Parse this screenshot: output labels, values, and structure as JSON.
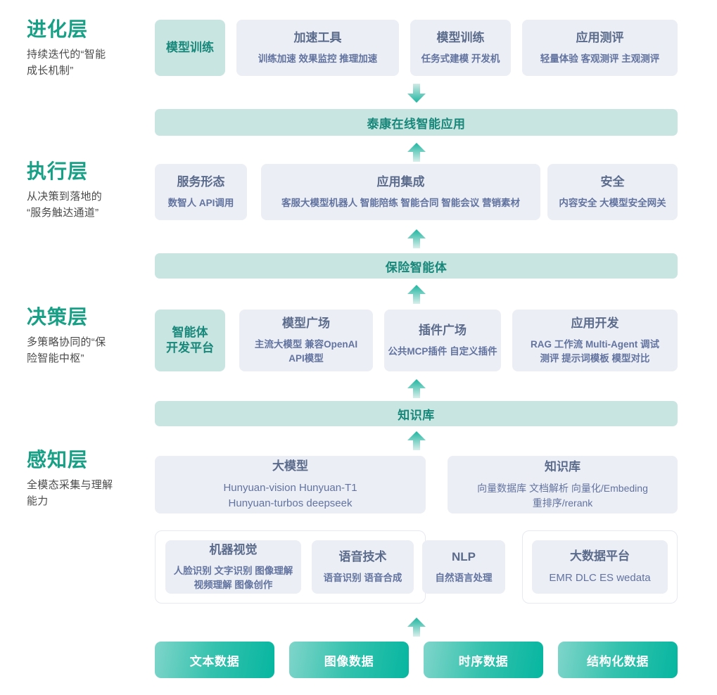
{
  "colors": {
    "layer_title": "#17a085",
    "teal_card_bg": "#c9e5e1",
    "teal_text": "#17877a",
    "gray_card_bg": "#ebeef4",
    "gray_text": "#5b6b8c",
    "chip_gradient_start": "#7fd5ca",
    "chip_gradient_end": "#06b6a0",
    "page_bg": "#ffffff"
  },
  "layers": [
    {
      "key": "evolution",
      "title": "进化层",
      "desc": "持续迭代的“智能\n成长机制”"
    },
    {
      "key": "execution",
      "title": "执行层",
      "desc": "从决策到落地的\n“服务触达通道”"
    },
    {
      "key": "decision",
      "title": "决策层",
      "desc": "多策略协同的“保\n险智能中枢”"
    },
    {
      "key": "perception",
      "title": "感知层",
      "desc": "全模态采集与理解\n能力"
    }
  ],
  "evolution_row": [
    {
      "title": "模型训练",
      "sub": "",
      "style": "teal"
    },
    {
      "title": "加速工具",
      "sub": "训练加速 效果监控 推理加速",
      "style": "gray"
    },
    {
      "title": "模型训练",
      "sub": "任务式建模 开发机",
      "style": "gray"
    },
    {
      "title": "应用测评",
      "sub": "轻量体验 客观测评 主观测评",
      "style": "gray"
    }
  ],
  "bars": {
    "app": "泰康在线智能应用",
    "agent": "保险智能体",
    "knowledge": "知识库"
  },
  "execution_row": [
    {
      "title": "服务形态",
      "sub": "数智人  API调用",
      "style": "gray"
    },
    {
      "title": "应用集成",
      "sub": "客服大模型机器人 智能陪练 智能合同 智能会议 营销素材",
      "style": "gray"
    },
    {
      "title": "安全",
      "sub": "内容安全 大模型安全网关",
      "style": "gray"
    }
  ],
  "decision_row": [
    {
      "title": "智能体\n开发平台",
      "sub": "",
      "style": "teal"
    },
    {
      "title": "模型广场",
      "sub": "主流大模型    兼容OpenAI\nAPI模型",
      "style": "gray"
    },
    {
      "title": "插件广场",
      "sub": "公共MCP插件 自定义插件",
      "style": "gray"
    },
    {
      "title": "应用开发",
      "sub": "RAG 工作流 Multi-Agent 调试\n测评 提示词模板 模型对比",
      "style": "gray"
    }
  ],
  "perception_row": [
    {
      "title": "大模型",
      "sub": "Hunyuan-vision Hunyuan-T1\nHunyuan-turbos deepseek",
      "style": "gray"
    },
    {
      "title": "知识库",
      "sub": "向量数据库 文档解析 向量化/Embeding\n重排序/rerank",
      "style": "gray"
    }
  ],
  "capability_row": [
    {
      "title": "机器视觉",
      "sub": "人脸识别 文字识别 图像理解\n视频理解 图像创作",
      "style": "gray"
    },
    {
      "title": "语音技术",
      "sub": "语音识别 语音合成",
      "style": "gray"
    },
    {
      "title": "NLP",
      "sub": "自然语言处理",
      "style": "gray"
    },
    {
      "title": "大数据平台",
      "sub": "EMR DLC ES wedata",
      "style": "gray"
    }
  ],
  "data_chips": [
    {
      "label": "文本数据"
    },
    {
      "label": "图像数据"
    },
    {
      "label": "时序数据"
    },
    {
      "label": "结构化数据"
    }
  ],
  "arrows": [
    {
      "name": "arrow-down-to-app",
      "direction": "down"
    },
    {
      "name": "arrow-up-to-app",
      "direction": "up"
    },
    {
      "name": "arrow-up-to-agent",
      "direction": "up"
    },
    {
      "name": "arrow-up-to-knowledge",
      "direction": "up"
    },
    {
      "name": "arrow-up-to-perception",
      "direction": "up"
    },
    {
      "name": "arrow-up-from-data",
      "direction": "up"
    }
  ]
}
